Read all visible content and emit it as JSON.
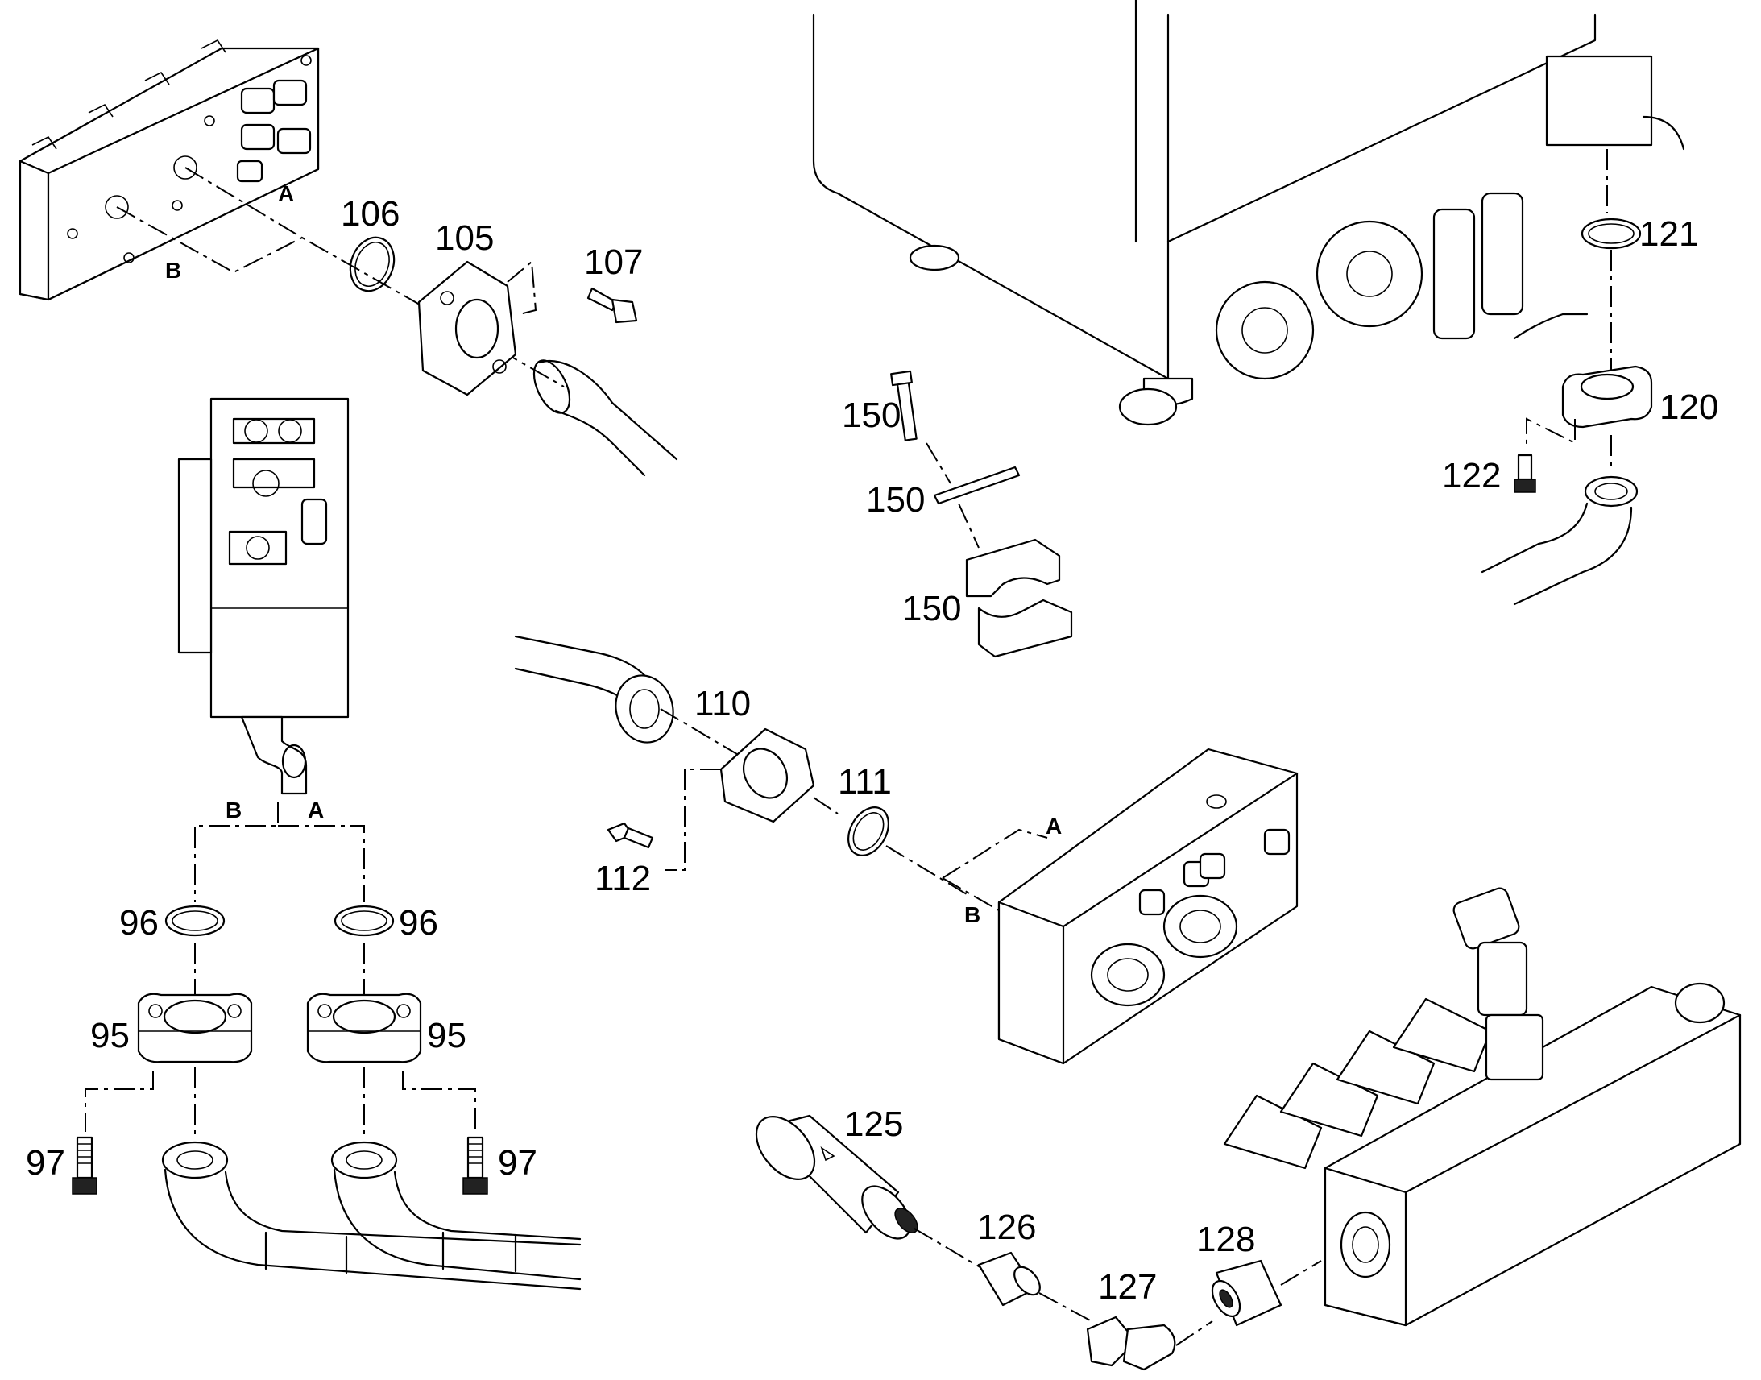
{
  "labels": {
    "l95a": "95",
    "l95b": "95",
    "l96a": "96",
    "l96b": "96",
    "l97a": "97",
    "l97b": "97",
    "l105": "105",
    "l106": "106",
    "l107": "107",
    "l110": "110",
    "l111": "111",
    "l112": "112",
    "l120": "120",
    "l121": "121",
    "l122": "122",
    "l125": "125",
    "l126": "126",
    "l127": "127",
    "l128": "128",
    "l150a": "150",
    "l150b": "150",
    "l150c": "150"
  },
  "port_letters": {
    "a1": "A",
    "b1": "B",
    "a2": "A",
    "b2": "B",
    "a3": "A",
    "b3": "B"
  }
}
